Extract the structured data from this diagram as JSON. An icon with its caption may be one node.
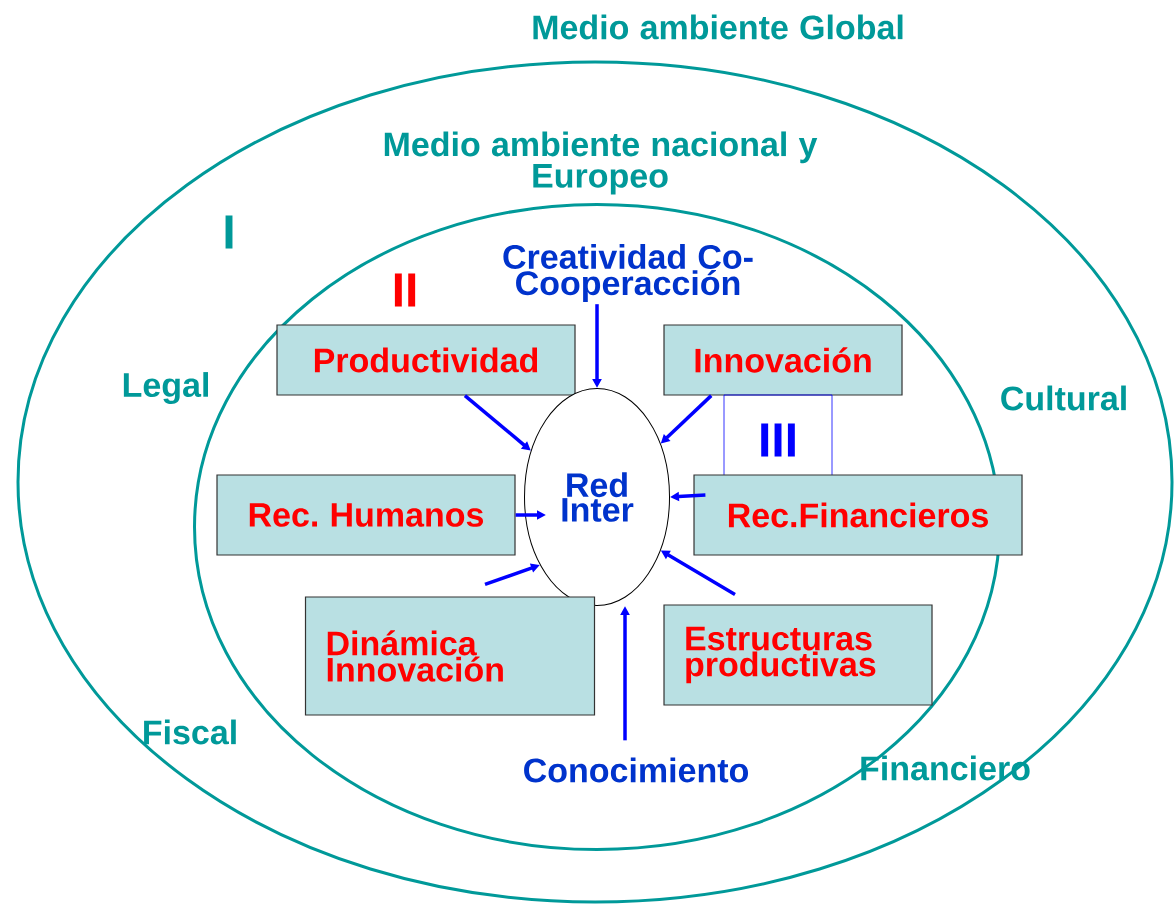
{
  "diagram": {
    "nodes": [
      {
        "text": [
          "Medio ambiente Global"
        ]
      },
      {
        "text": [
          "Medio ambiente nacional y Europeo"
        ],
        "in": 0
      },
      {
        "text": [
          "Creatividad Co-Cooperacción"
        ],
        "in": 1
      },
      {
        "text": [
          "Productividad"
        ],
        "in": 1
      },
      {
        "text": [
          "Innovación"
        ],
        "in": 1
      },
      {
        "text": [
          "III"
        ],
        "in": 1
      },
      {
        "text": [
          "Red Inter"
        ],
        "in": 1
      },
      {
        "text": [
          "Rec. Humanos"
        ],
        "in": 1
      },
      {
        "text": [
          "Rec.Financieros"
        ],
        "in": 1
      },
      {
        "text": [
          "Dinámica Innovación"
        ],
        "in": 1
      },
      {
        "text": [
          "Estructuras productivas"
        ],
        "in": 1
      },
      {
        "text": [
          "Conocimiento"
        ],
        "in": 1
      }
    ],
    "edges": [
      {
        "from": 2,
        "to": 6,
        "arrow": "to"
      },
      {
        "from": 3,
        "to": 6,
        "arrow": "to"
      },
      {
        "from": 4,
        "to": 6,
        "arrow": "to"
      },
      {
        "from": 7,
        "to": 6,
        "arrow": "to"
      },
      {
        "from": 8,
        "to": 6,
        "arrow": "to"
      },
      {
        "from": 9,
        "to": 6,
        "arrow": "to"
      },
      {
        "from": 10,
        "to": 6,
        "arrow": "to"
      },
      {
        "from": 11,
        "to": 6,
        "arrow": "to"
      }
    ],
    "labels": [
      "I",
      "II",
      "Legal",
      "Cultural",
      "Fiscal",
      "Financiero"
    ]
  }
}
